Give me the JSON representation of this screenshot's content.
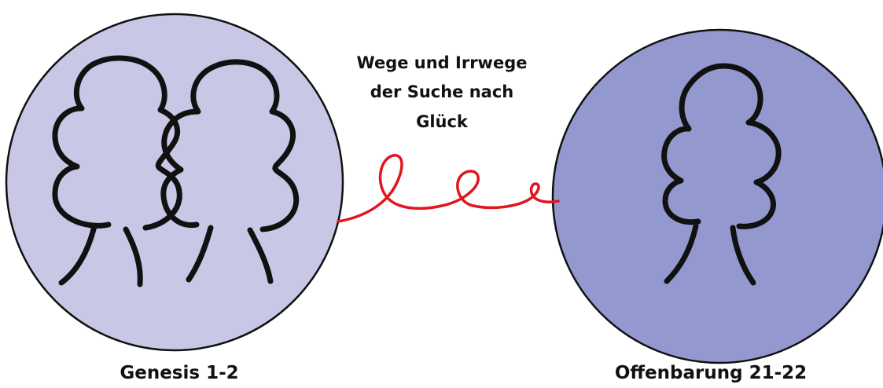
{
  "caption": {
    "lines": [
      "Wege und Irrwege",
      "der Suche nach",
      "Glück"
    ]
  },
  "left": {
    "label": "Genesis 1-2",
    "fill_color": "#c8c8e6"
  },
  "right": {
    "label": "Offenbarung 21-22",
    "fill_color": "#9398cf"
  },
  "connector": {
    "color": "#e0151f"
  }
}
